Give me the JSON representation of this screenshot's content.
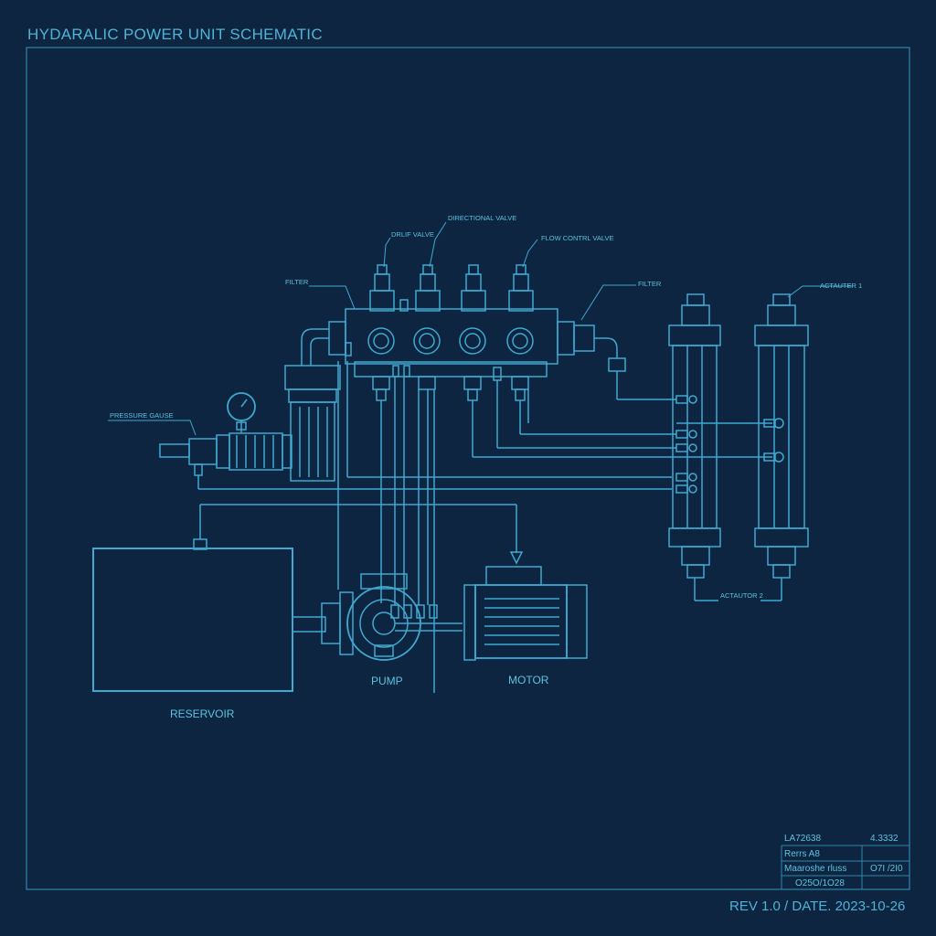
{
  "title": "HYDARALIC POWER UNIT SCHEMATIC",
  "revision": "REV 1.0 / DATE. 2023-10-26",
  "colors": {
    "background": "#0d2540",
    "line": "#3fa9d0",
    "text": "#5cc3e0"
  },
  "labels": {
    "drlif_valve": "DRLIF VALVE",
    "directional_valve": "DIRECTIONAL VALVE",
    "flow_control_valve": "FLOW CONTRL VALVE",
    "filter_left": "FILTER",
    "filter_right": "FILTER",
    "actuator1": "ACTAUTER 1",
    "actuator2": "ACTAUTOR 2",
    "pressure_gauge": "PRESSURE GAUSE",
    "pump": "PUMP",
    "motor": "MOTOR",
    "reservoir": "RESERVOIR"
  },
  "title_block": {
    "r1c1": "LA72638",
    "r1c2": "4.3332",
    "r2c1": "Rerrs A8",
    "r2c2": "",
    "r3c1": "Maaroshe rluss",
    "r3c2": "O7I /2I0",
    "r4c1": "O25O/1O28",
    "r4c2": ""
  }
}
